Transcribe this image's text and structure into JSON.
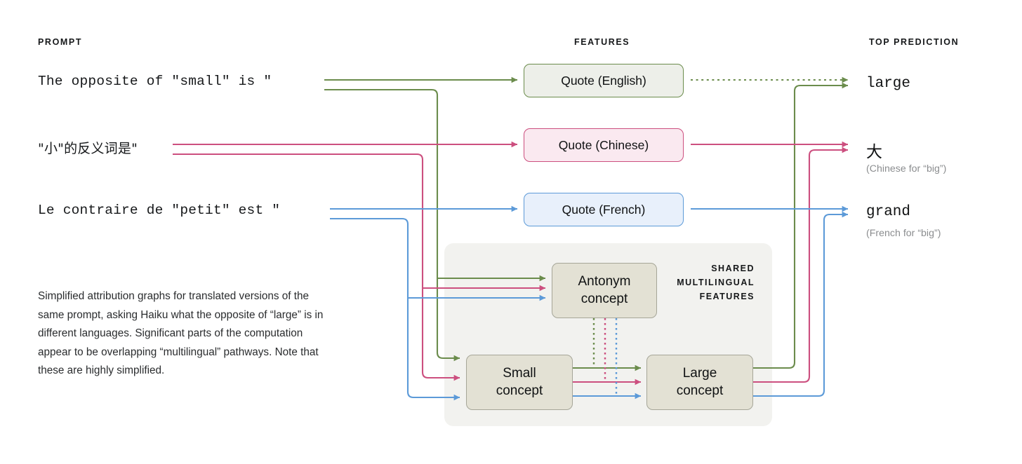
{
  "columns": {
    "prompt": "PROMPT",
    "features": "FEATURES",
    "top_prediction": "TOP PREDICTION"
  },
  "colors": {
    "english": "#6b8c4c",
    "chinese": "#cc4f7f",
    "french": "#5c9ad8",
    "panel": "#f2f2ef",
    "concept_fill": "#e3e1d4",
    "concept_border": "#a6a698"
  },
  "prompts": [
    {
      "id": "english",
      "text": "The opposite of \"small\" is \""
    },
    {
      "id": "chinese",
      "text": "\"小\"的反义词是\""
    },
    {
      "id": "french",
      "text": "Le contraire de \"petit\" est \""
    }
  ],
  "features": [
    {
      "id": "english",
      "label": "Quote (English)"
    },
    {
      "id": "chinese",
      "label": "Quote (Chinese)"
    },
    {
      "id": "french",
      "label": "Quote (French)"
    }
  ],
  "shared": {
    "label_lines": [
      "SHARED",
      "MULTILINGUAL",
      "FEATURES"
    ],
    "label": "SHARED MULTILINGUAL FEATURES",
    "concepts": [
      {
        "id": "antonym",
        "line1": "Antonym",
        "line2": "concept"
      },
      {
        "id": "small",
        "line1": "Small",
        "line2": "concept"
      },
      {
        "id": "large",
        "line1": "Large",
        "line2": "concept"
      }
    ]
  },
  "predictions": [
    {
      "id": "english",
      "word": "large",
      "note": ""
    },
    {
      "id": "chinese",
      "word": "大",
      "note": "(Chinese for “big”)"
    },
    {
      "id": "french",
      "word": "grand",
      "note": "(French for “big”)"
    }
  ],
  "caption": "Simplified attribution graphs for translated versions of the same prompt, asking Haiku what the opposite of “large” is in different languages. Significant parts of the computation appear to be overlapping “multilingual” pathways. Note that these are highly simplified."
}
